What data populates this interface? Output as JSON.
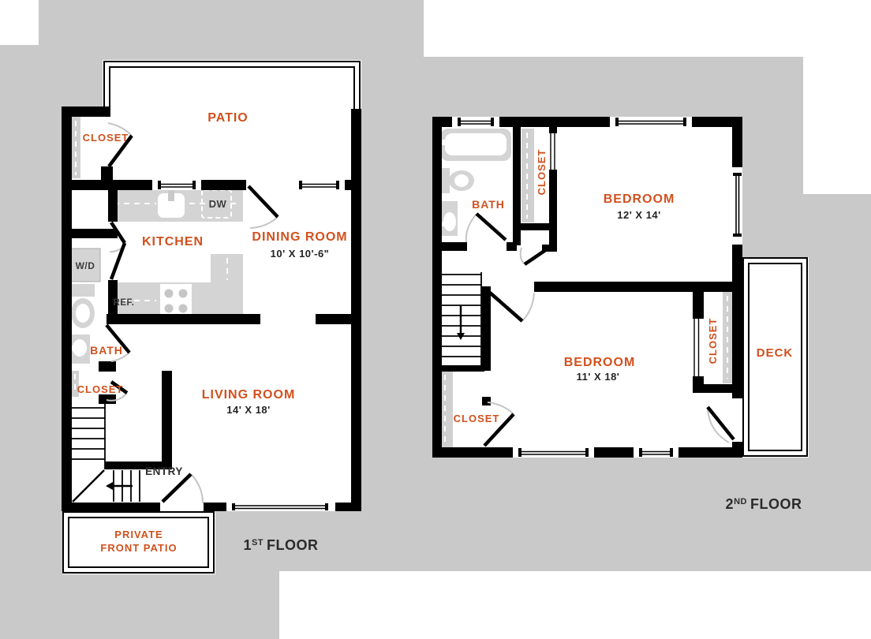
{
  "colors": {
    "background_gray": "#c9c9c9",
    "wall_black": "#000000",
    "room_label_orange": "#d1501d",
    "dimension_text": "#232323",
    "fixture_gray": "#d4d4d4"
  },
  "floor1": {
    "patio": "PATIO",
    "closet_top": "CLOSET",
    "kitchen": "KITCHEN",
    "dining_room": "DINING ROOM",
    "dining_dims": "10' X 10'-6\"",
    "living_room": "LIVING ROOM",
    "living_dims": "14' X 18'",
    "bath": "BATH",
    "closet_hall": "CLOSET",
    "entry": "ENTRY",
    "washer_dryer": "W/D",
    "dishwasher": "DW",
    "refrigerator": "REF.",
    "front_patio_line1": "PRIVATE",
    "front_patio_line2": "FRONT PATIO",
    "floor_label": {
      "num": "1",
      "sup": "ST",
      "rest": "FLOOR"
    }
  },
  "floor2": {
    "bath": "BATH",
    "closet_bath": "CLOSET",
    "bedroom_front": "BEDROOM",
    "bedroom_front_dims": "12' X 14'",
    "bedroom_back": "BEDROOM",
    "bedroom_back_dims": "11' X 18'",
    "closet_hall": "CLOSET",
    "closet_bedroom": "CLOSET",
    "deck": "DECK",
    "floor_label": {
      "num": "2",
      "sup": "ND",
      "rest": "FLOOR"
    }
  }
}
